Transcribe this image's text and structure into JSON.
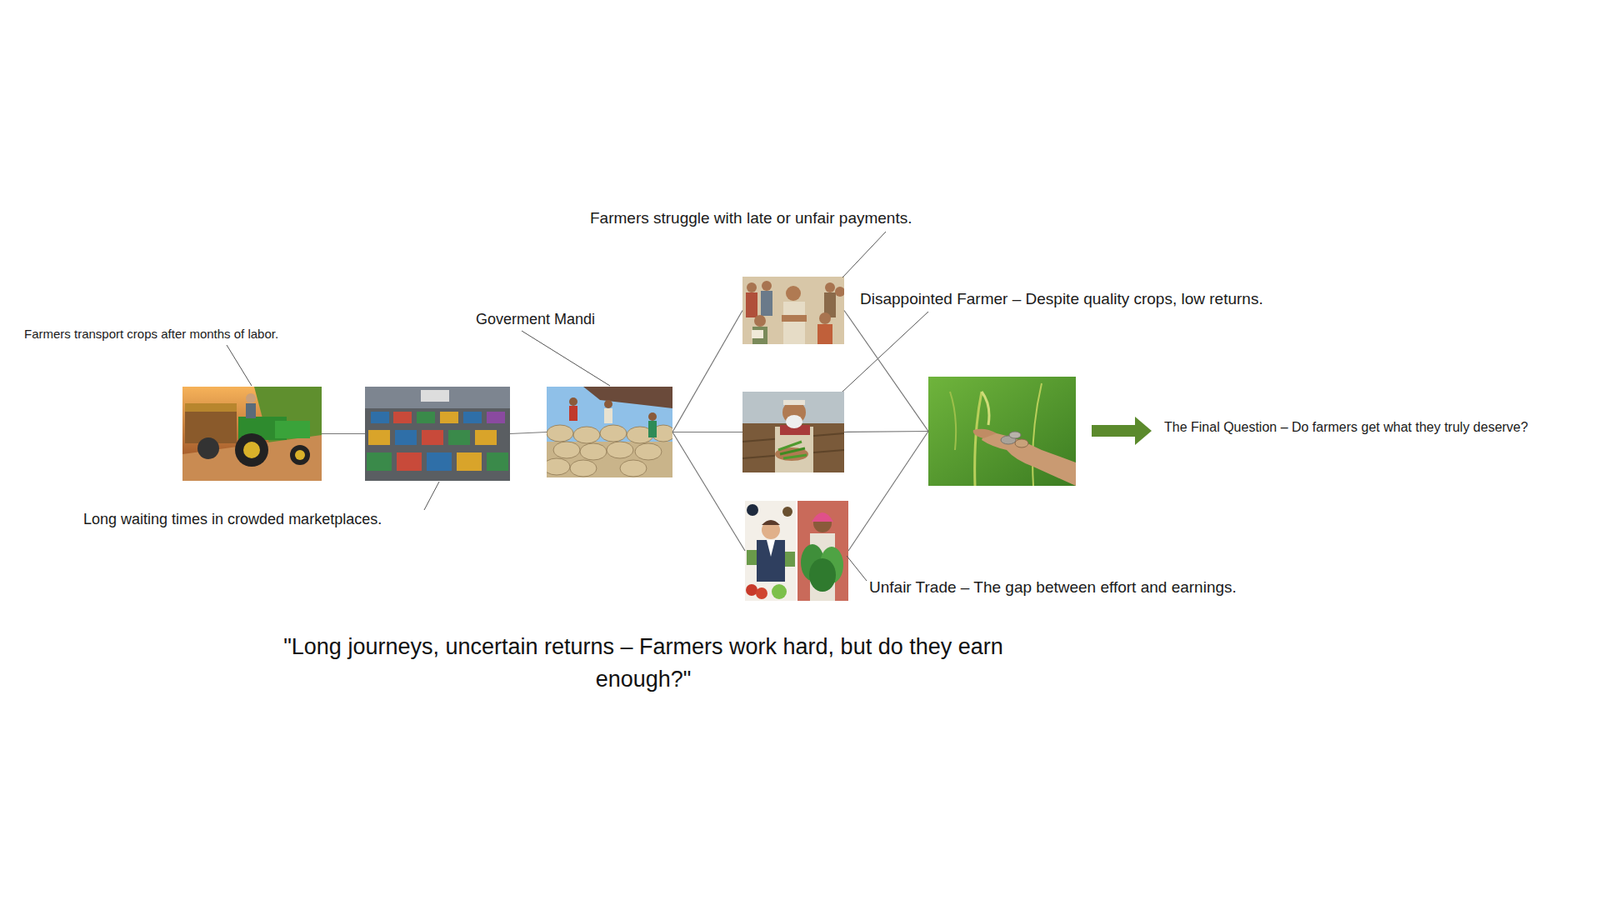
{
  "diagram": {
    "caption": "\"Long journeys, uncertain returns – Farmers work hard, but do they earn enough?\"",
    "nodes": [
      {
        "text": [
          "Farmers transport crops after months of labor."
        ]
      },
      {
        "text": [
          "Long waiting times in crowded marketplaces."
        ]
      },
      {
        "text": [
          "Goverment Mandi"
        ]
      },
      {
        "text": [
          "Farmers struggle with late or unfair payments."
        ]
      },
      {
        "text": [
          "Disappointed Farmer – Despite quality crops, low returns."
        ]
      },
      {
        "text": [
          "Unfair Trade – The gap between effort and earnings."
        ]
      },
      {
        "text": [
          "The Final Question – Do farmers get what they truly deserve?"
        ]
      }
    ],
    "edges": [
      {
        "from": 0,
        "to": 1,
        "arrow": "none"
      },
      {
        "from": 1,
        "to": 2,
        "arrow": "none"
      },
      {
        "from": 2,
        "to": 3,
        "arrow": "none"
      },
      {
        "from": 2,
        "to": 4,
        "arrow": "none"
      },
      {
        "from": 2,
        "to": 5,
        "arrow": "none"
      },
      {
        "from": 3,
        "to": 6,
        "arrow": "none"
      },
      {
        "from": 4,
        "to": 6,
        "arrow": "none"
      },
      {
        "from": 5,
        "to": 6,
        "arrow": "none"
      }
    ]
  }
}
